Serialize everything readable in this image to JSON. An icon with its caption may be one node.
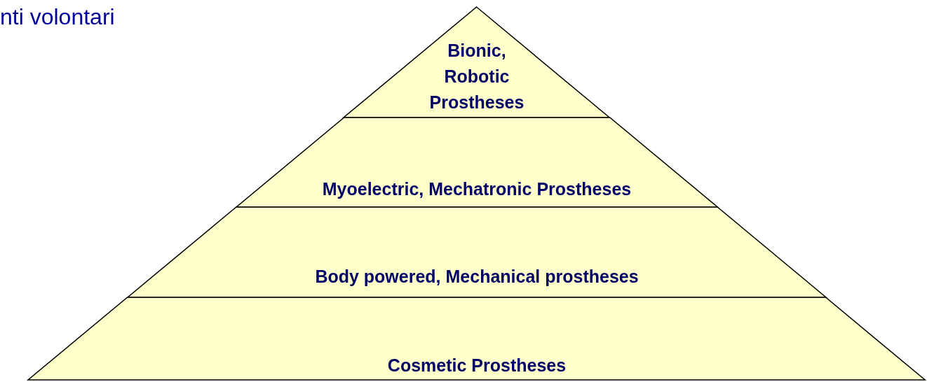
{
  "diagram": {
    "nodes": [
      {
        "text": [
          "Bionic, Robotic Prostheses"
        ]
      },
      {
        "text": [
          "Myoelectric, Mechatronic Prostheses"
        ]
      },
      {
        "text": [
          "Body powered, Mechanical prostheses"
        ]
      },
      {
        "text": [
          "Cosmetic Prostheses"
        ]
      }
    ],
    "labels": [
      "nti volontari"
    ]
  }
}
